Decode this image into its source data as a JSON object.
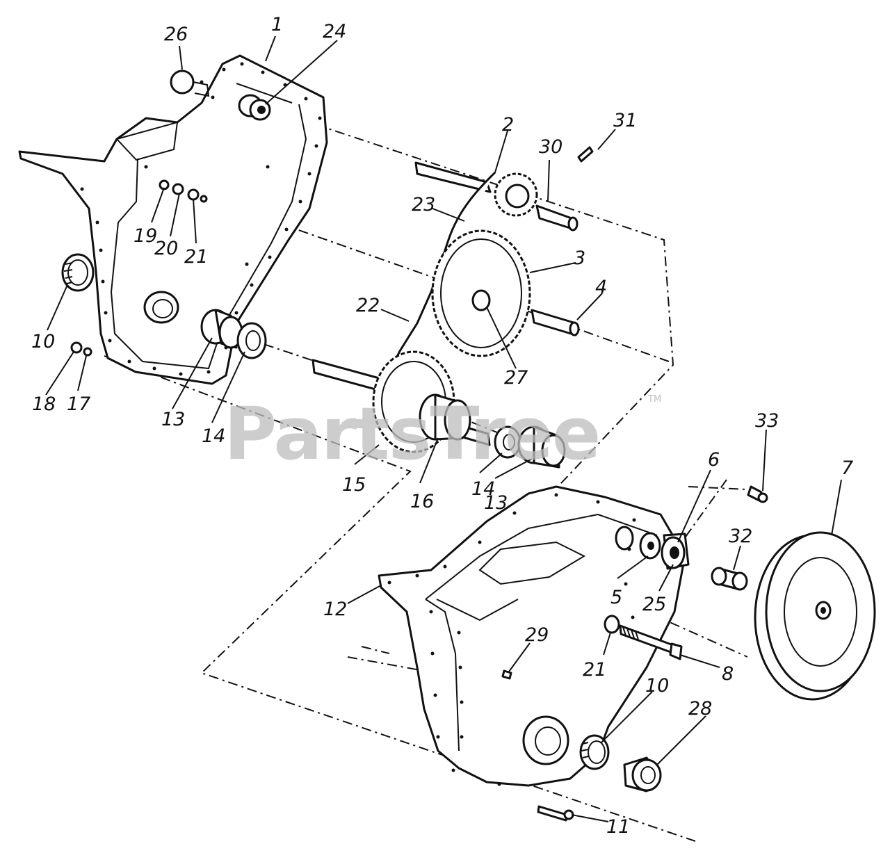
{
  "watermark": {
    "text": "PartsTree",
    "trademark": "TM"
  },
  "callouts": [
    {
      "id": "c1",
      "label": "1"
    },
    {
      "id": "c2",
      "label": "2"
    },
    {
      "id": "c3",
      "label": "3"
    },
    {
      "id": "c4",
      "label": "4"
    },
    {
      "id": "c5",
      "label": "5"
    },
    {
      "id": "c6",
      "label": "6"
    },
    {
      "id": "c7",
      "label": "7"
    },
    {
      "id": "c8",
      "label": "8"
    },
    {
      "id": "c10a",
      "label": "10"
    },
    {
      "id": "c10b",
      "label": "10"
    },
    {
      "id": "c11",
      "label": "11"
    },
    {
      "id": "c12",
      "label": "12"
    },
    {
      "id": "c13a",
      "label": "13"
    },
    {
      "id": "c13b",
      "label": "13"
    },
    {
      "id": "c14a",
      "label": "14"
    },
    {
      "id": "c14b",
      "label": "14"
    },
    {
      "id": "c15",
      "label": "15"
    },
    {
      "id": "c16",
      "label": "16"
    },
    {
      "id": "c17",
      "label": "17"
    },
    {
      "id": "c18",
      "label": "18"
    },
    {
      "id": "c19",
      "label": "19"
    },
    {
      "id": "c20",
      "label": "20"
    },
    {
      "id": "c21a",
      "label": "21"
    },
    {
      "id": "c21b",
      "label": "21"
    },
    {
      "id": "c22",
      "label": "22"
    },
    {
      "id": "c23",
      "label": "23"
    },
    {
      "id": "c24",
      "label": "24"
    },
    {
      "id": "c25",
      "label": "25"
    },
    {
      "id": "c26",
      "label": "26"
    },
    {
      "id": "c27",
      "label": "27"
    },
    {
      "id": "c28",
      "label": "28"
    },
    {
      "id": "c29",
      "label": "29"
    },
    {
      "id": "c30",
      "label": "30"
    },
    {
      "id": "c31",
      "label": "31"
    },
    {
      "id": "c32",
      "label": "32"
    },
    {
      "id": "c33",
      "label": "33"
    }
  ]
}
